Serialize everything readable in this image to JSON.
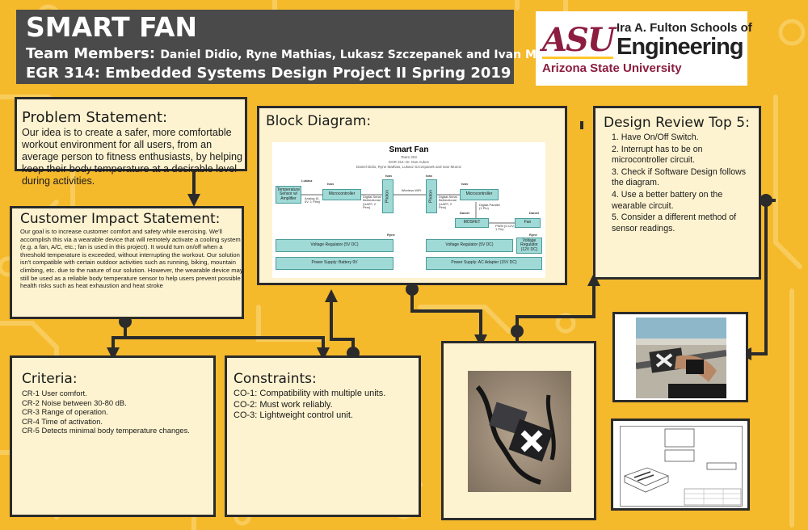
{
  "header": {
    "title": "SMART FAN",
    "team_label": "Team Members:",
    "team_names": "Daniel Didio, Ryne Mathias, Lukasz Szczepanek and Ivan Munoz",
    "course": "EGR 314: Embedded Systems Design Project II Spring 2019"
  },
  "logo": {
    "mark": "ASU",
    "school_line1": "Ira A. Fulton Schools of",
    "school_line2": "Engineering",
    "university": "Arizona State University"
  },
  "problem": {
    "heading": "Problem Statement:",
    "text": "Our idea is to create a safer, more comfortable workout environment for all users, from an average person to fitness enthusiasts, by helping keep their body temperature at a desirable level during activities."
  },
  "customer": {
    "heading": "Customer Impact Statement:",
    "text": "Our goal is to increase customer comfort and safety while exercising. We'll accomplish this via a wearable device that will remotely activate a cooling system (e.g. a fan, A/C, etc.; fan is used in this project). It would turn on/off when a threshold temperature is exceeded, without interrupting the workout. Our solution isn't compatible with certain outdoor activities such as running, biking, mountain climbing, etc. due to the nature of our solution. However, the wearable device may still be used as a reliable body temperature sensor to help users prevent possible health risks such as heat exhaustion and heat stroke"
  },
  "block": {
    "heading": "Block Diagram:",
    "diagram_title": "Smart Fan",
    "team": "Team 204",
    "course": "EGR 314: Dr. Dan Aukes",
    "members": "Daniel Didio, Ryne Mathias, Lukasz Szczepanek and Ivan Munoz",
    "owner_lukasz": "Lukasz",
    "owner_ivan_1": "Ivan",
    "owner_ivan_2": "Ivan",
    "owner_ivan_3": "Ivan",
    "owner_ivan_4": "Ivan",
    "owner_daniel_1": "Daniel",
    "owner_daniel_2": "Daniel",
    "owner_ryne_1": "Ryne",
    "owner_ryne_2": "Ryne",
    "sensor": "Temperature Sensor w/ Amplifier",
    "analog": "Analog (0-5V, 1 Pins)",
    "mcu_left": "Microcontroller",
    "serial_left": "Digital-Serial Bidirectional (UART, 2 Pins)",
    "photon_left": "Photon",
    "wireless": "Wireless WiFi",
    "photon_right": "Photon",
    "serial_right": "Digital-Serial Bidirectional (UART, 2 Pins)",
    "mcu_right": "Microcontroller",
    "parallel": "Digital-Parallel (1 Pin)",
    "mosfet": "MOSFET",
    "pwm": "PWM (0-12V, 1 Pin)",
    "fan": "Fan",
    "vreg_left": "Voltage Regulator (5V DC)",
    "vreg_right": "Voltage Regulator (5V DC)",
    "vreg_12": "Voltage Regulator (12V DC)",
    "power_left": "Power Supply: Battery 9V",
    "power_right": "Power Supply: AC Adapter (15V DC)"
  },
  "review": {
    "heading": "Design Review Top 5:",
    "items": [
      "1.  Have On/Off Switch.",
      "2. Interrupt has to be on microcontroller circuit.",
      "3. Check if Software Design follows the diagram.",
      "4. Use a better battery on the wearable circuit.",
      "5. Consider a different method of sensor readings."
    ]
  },
  "criteria": {
    "heading": "Criteria:",
    "items": [
      "CR-1 User comfort.",
      "CR-2 Noise between 30-80 dB.",
      "CR-3 Range of operation.",
      "CR-4 Time of activation.",
      "CR-5 Detects minimal body temperature changes."
    ]
  },
  "constraints": {
    "heading": "Constraints:",
    "items": [
      "CO-1: Compatibility with multiple units.",
      "CO-2: Must work reliably.",
      "CO-3: Lightweight control unit."
    ]
  },
  "colors": {
    "background": "#f5b92c",
    "panel": "#fef3d0",
    "banner": "#4a4a4a",
    "asu_maroon": "#8c1d40",
    "diagram_node": "#9fdad7"
  }
}
